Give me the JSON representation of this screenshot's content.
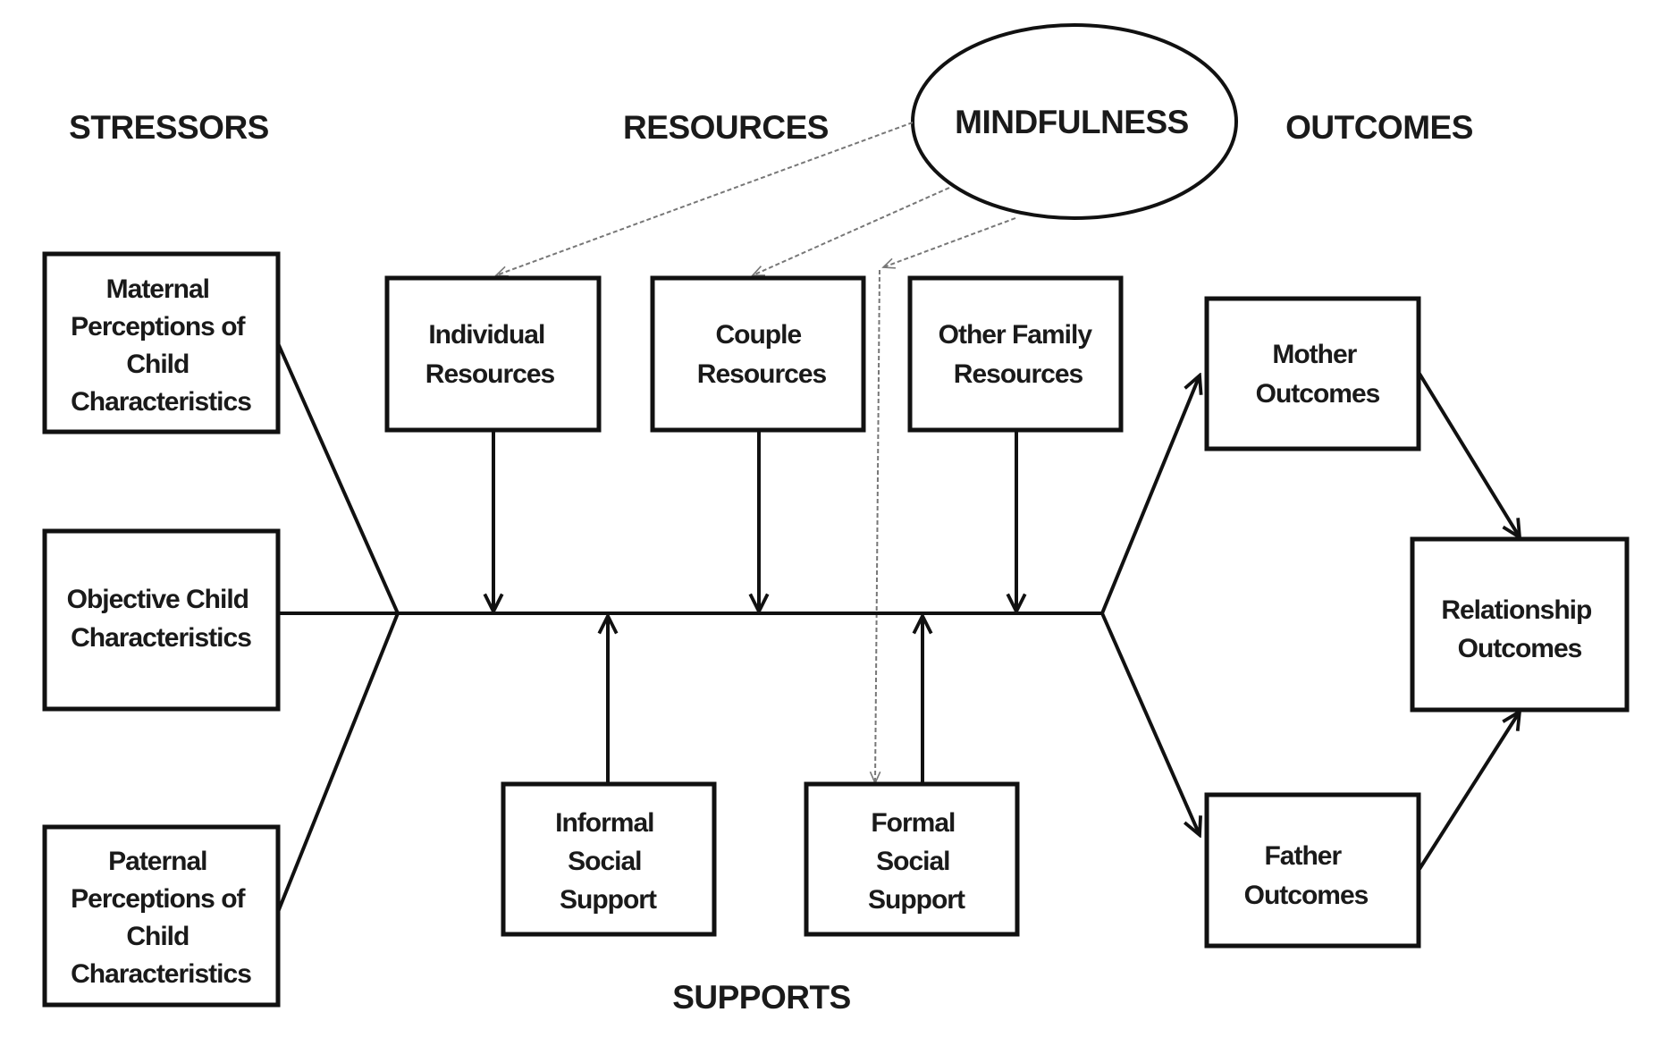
{
  "diagram": {
    "type": "conceptual-model",
    "headings": {
      "stressors": "STRESSORS",
      "resources": "RESOURCES",
      "outcomes": "OUTCOMES",
      "supports": "SUPPORTS"
    },
    "mindfulness": "MINDFULNESS",
    "nodes": {
      "maternal": [
        "Maternal",
        "Perceptions of",
        "Child",
        "Characteristics"
      ],
      "objective": [
        "Objective Child",
        "Characteristics"
      ],
      "paternal": [
        "Paternal",
        "Perceptions of",
        "Child",
        "Characteristics"
      ],
      "individual": [
        "Individual",
        "Resources"
      ],
      "couple": [
        "Couple",
        "Resources"
      ],
      "other_family": [
        "Other Family",
        "Resources"
      ],
      "informal": [
        "Informal",
        "Social",
        "Support"
      ],
      "formal": [
        "Formal",
        "Social",
        "Support"
      ],
      "mother": [
        "Mother",
        "Outcomes"
      ],
      "father": [
        "Father",
        "Outcomes"
      ],
      "relationship": [
        "Relationship",
        "Outcomes"
      ]
    },
    "edges": [
      {
        "from": "maternal",
        "to": "spine",
        "style": "solid"
      },
      {
        "from": "objective",
        "to": "spine",
        "style": "solid"
      },
      {
        "from": "paternal",
        "to": "spine",
        "style": "solid"
      },
      {
        "from": "individual",
        "to": "spine",
        "style": "arrow"
      },
      {
        "from": "couple",
        "to": "spine",
        "style": "arrow"
      },
      {
        "from": "other_family",
        "to": "spine",
        "style": "arrow"
      },
      {
        "from": "informal",
        "to": "spine",
        "style": "arrow"
      },
      {
        "from": "formal",
        "to": "spine",
        "style": "arrow"
      },
      {
        "from": "spine",
        "to": "mother",
        "style": "arrow"
      },
      {
        "from": "spine",
        "to": "father",
        "style": "arrow"
      },
      {
        "from": "mother",
        "to": "relationship",
        "style": "arrow"
      },
      {
        "from": "father",
        "to": "relationship",
        "style": "arrow"
      },
      {
        "from": "mindfulness",
        "to": "individual",
        "style": "dashed-arrow"
      },
      {
        "from": "mindfulness",
        "to": "couple",
        "style": "dashed-arrow"
      },
      {
        "from": "mindfulness",
        "to": "formal",
        "style": "dashed-arrow"
      }
    ],
    "colors": {
      "stroke": "#111111",
      "dashed": "#777777",
      "background": "#ffffff"
    }
  }
}
